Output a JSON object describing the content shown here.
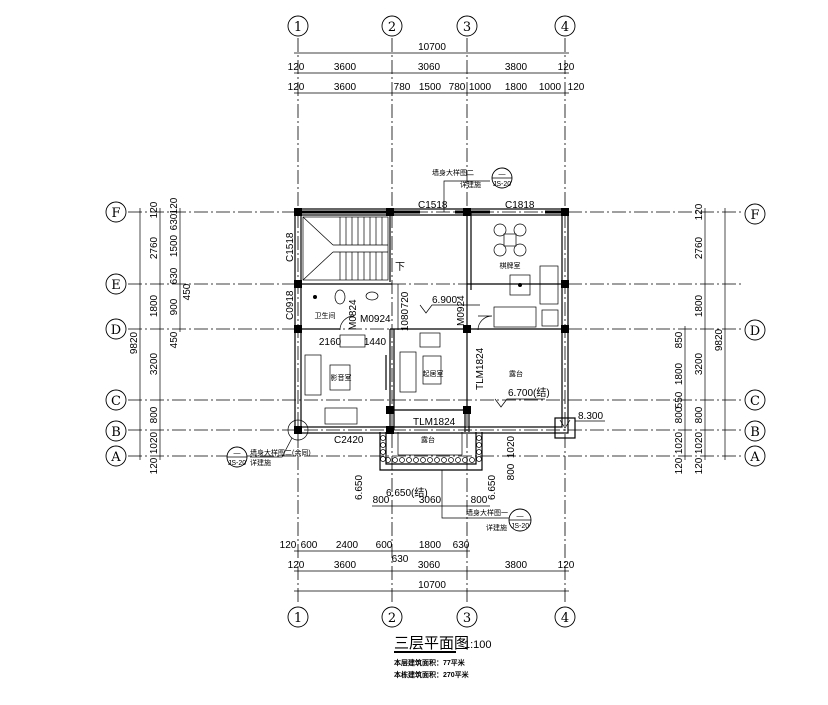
{
  "axes": {
    "columns": [
      "1",
      "2",
      "3",
      "4"
    ],
    "rows": [
      "F",
      "E",
      "D",
      "C",
      "B",
      "A"
    ]
  },
  "dims": {
    "top_total": "10700",
    "top_row1": [
      "120",
      "3600",
      "3060",
      "3800",
      "120"
    ],
    "top_row2": [
      "120",
      "3600",
      "780",
      "1500",
      "780",
      "1000",
      "1800",
      "1000",
      "120"
    ],
    "bottom_row1": [
      "120",
      "600",
      "2400",
      "600",
      "630",
      "1800",
      "630"
    ],
    "bottom_row2": [
      "120",
      "3600",
      "3060",
      "3800",
      "120"
    ],
    "bottom_total": "10700",
    "left_total": "9820",
    "left_row1": [
      "120",
      "2760",
      "1800",
      "3200",
      "800",
      "1020",
      "120"
    ],
    "left_row2": [
      "120",
      "630",
      "1500",
      "630",
      "450",
      "900",
      "450"
    ],
    "right_total": "9820",
    "right_row1": [
      "120",
      "2760",
      "1800",
      "3200",
      "800",
      "1020",
      "120"
    ],
    "right_row2": [
      "850",
      "1800",
      "550",
      "800",
      "1020",
      "120"
    ],
    "inner": [
      "720",
      "1080",
      "2160",
      "1440",
      "800",
      "3060",
      "800",
      "1020",
      "800"
    ]
  },
  "rooms": {
    "chess": "棋牌室",
    "bath": "卫生间",
    "media": "影音室",
    "living": "起居室",
    "terrace_right": "露台",
    "terrace_front": "露台"
  },
  "stair_down": "下",
  "openings": {
    "c1518_top": "C1518",
    "c1818": "C1818",
    "c1518_side": "C1518",
    "c0918": "C0918",
    "m0824": "M0824",
    "m0924_a": "M0924",
    "m0924_b": "M0924",
    "tlm1824_v": "TLM1824",
    "tlm1824_h": "TLM1824",
    "c2420": "C2420"
  },
  "elevations": {
    "floor": "6.900",
    "terrace": "6.700(结)",
    "front": "6.650(结)",
    "roof": "8.300",
    "side_l": "6.650",
    "side_r": "6.650"
  },
  "callouts": {
    "top": {
      "label": "墙身大样图二",
      "ref": "详建施",
      "num": "—",
      "sheet": "JS-20"
    },
    "left": {
      "label": "墙身大样图二(余同)",
      "ref": "详建施",
      "num": "—",
      "sheet": "JS-20"
    },
    "bottom": {
      "label": "墙身大样图一",
      "ref": "详建施",
      "num": "—",
      "sheet": "JS-20"
    }
  },
  "title": {
    "name": "三层平面图",
    "scale": "1:100",
    "floor_area": "本层建筑面积：77平米",
    "total_area": "本栋建筑面积：270平米"
  }
}
